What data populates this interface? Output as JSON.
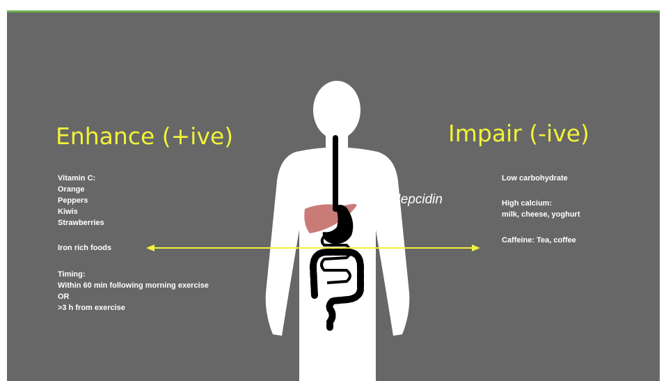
{
  "colors": {
    "slide_bg": "#676767",
    "accent_bar": "#6ab04c",
    "heading": "#f2f23a",
    "text": "#ffffff",
    "arrow": "#f2f23a",
    "liver": "#c97b78"
  },
  "left": {
    "heading": "Enhance (+ive)",
    "vitc_title": "Vitamin C:",
    "vitc_items": [
      "Orange",
      "Peppers",
      "Kiwis",
      "Strawberries"
    ],
    "iron": "Iron rich foods",
    "timing_title": "Timing:",
    "timing_lines": [
      "Within 60 min following morning exercise",
      "OR",
      ">3 h from exercise"
    ]
  },
  "right": {
    "heading": "Impair (-ive)",
    "lines": [
      "Low carbohydrate",
      "High calcium:",
      "milk, cheese, yoghurt",
      "Caffeine: Tea, coffee"
    ]
  },
  "center": {
    "label": "Hepcidin",
    "figure": "human-body-digestive-system-icon"
  }
}
